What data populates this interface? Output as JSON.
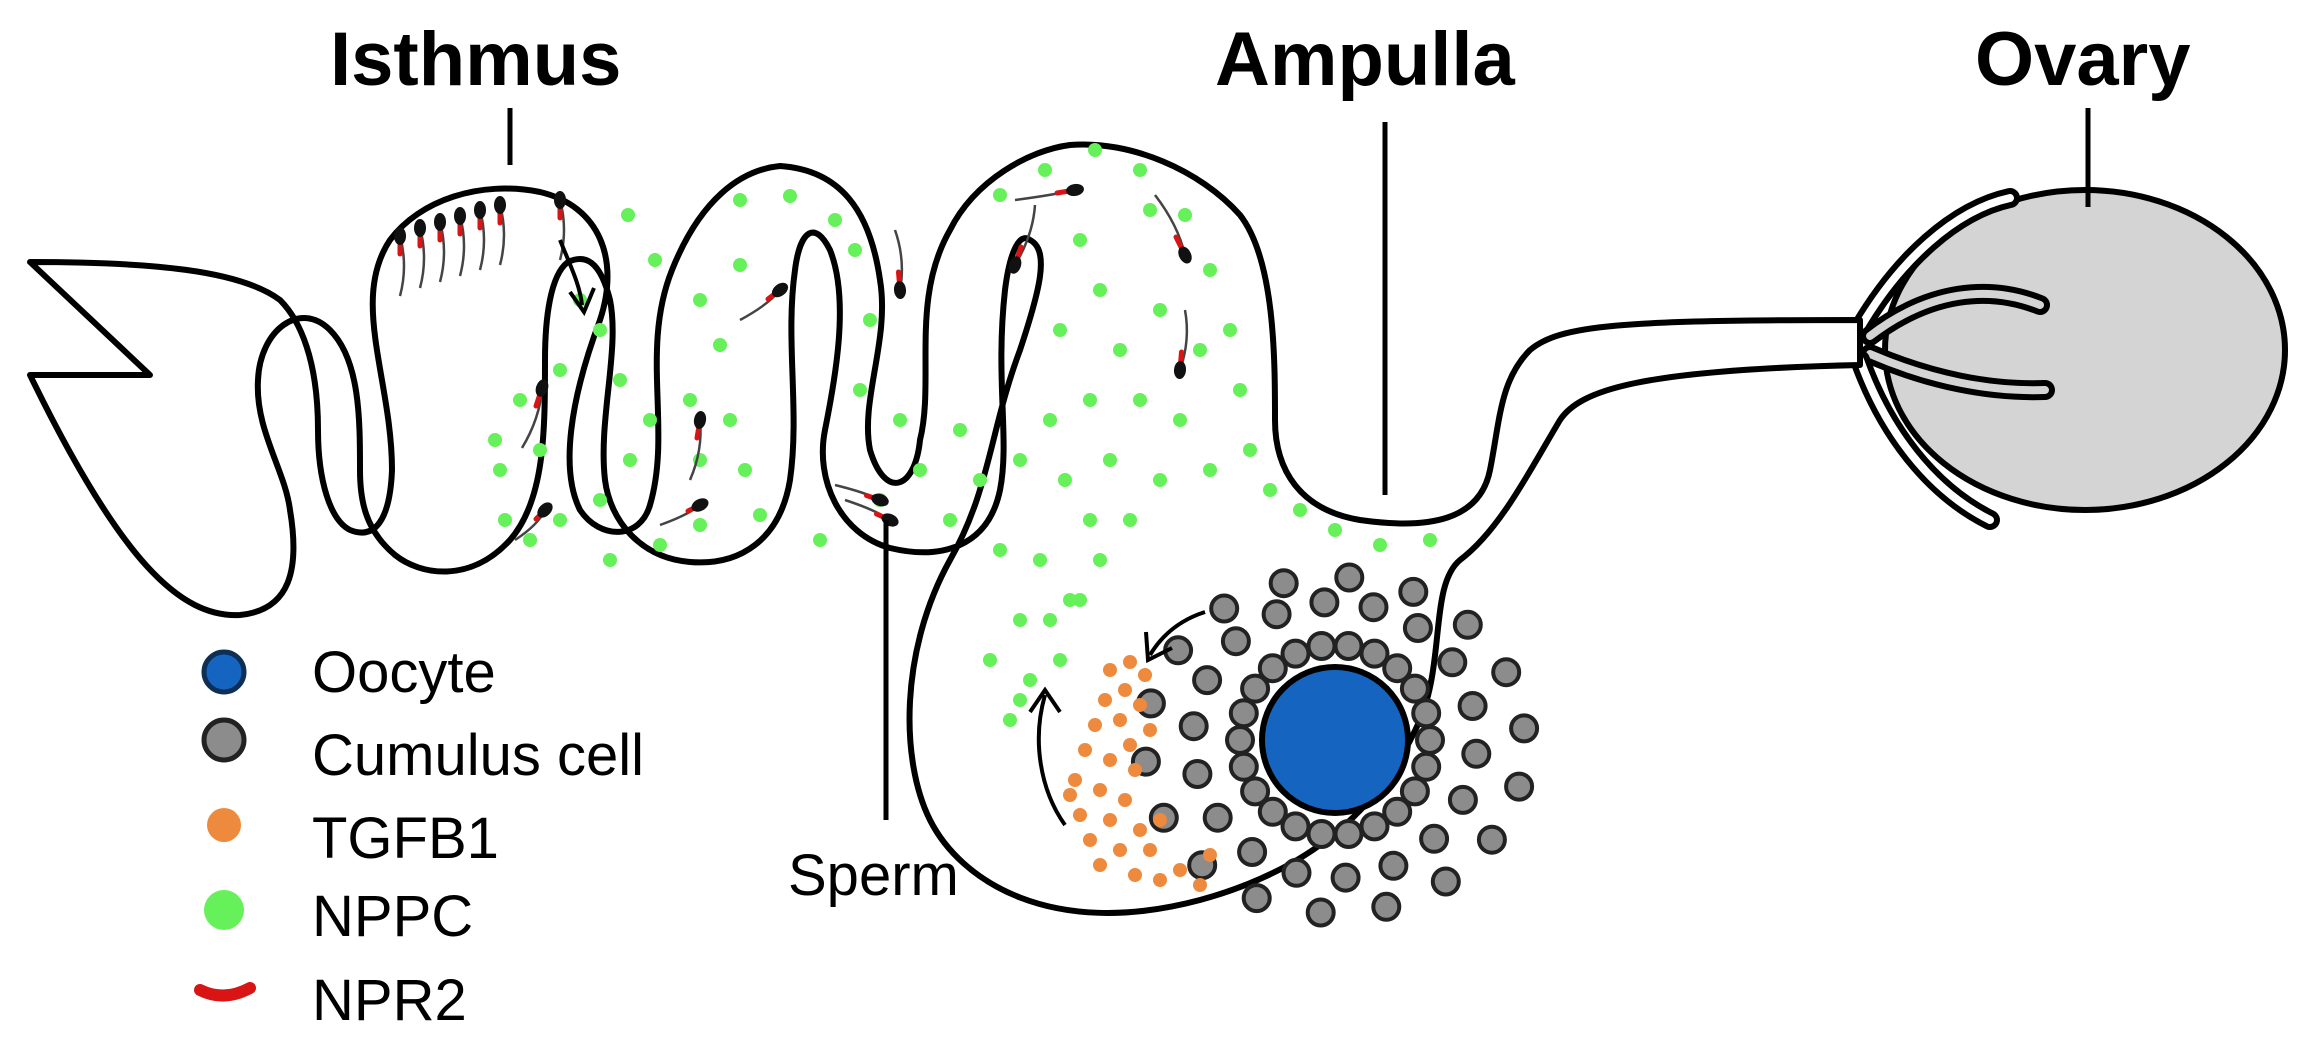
{
  "labels": {
    "isthmus": "Isthmus",
    "ampulla": "Ampulla",
    "ovary": "Ovary",
    "sperm": "Sperm"
  },
  "legend": [
    {
      "key": "oocyte",
      "text": "Oocyte",
      "color": "#1565C0",
      "stroke": "#0D2F55",
      "shape": "circle"
    },
    {
      "key": "cumulus",
      "text": "Cumulus cell",
      "color": "#8C8C8C",
      "stroke": "#222222",
      "shape": "circle"
    },
    {
      "key": "tgfb1",
      "text": "TGFB1",
      "color": "#EE8A3D",
      "stroke": "none",
      "shape": "circle"
    },
    {
      "key": "nppc",
      "text": "NPPC",
      "color": "#66F05A",
      "stroke": "none",
      "shape": "circle"
    },
    {
      "key": "npr2",
      "text": "NPR2",
      "color": "#D81414",
      "stroke": "none",
      "shape": "arc"
    }
  ],
  "colors": {
    "outline": "#000000",
    "ovary_fill": "#D4D4D4",
    "sperm_head": "#111111",
    "sperm_receptor": "#D81414"
  }
}
